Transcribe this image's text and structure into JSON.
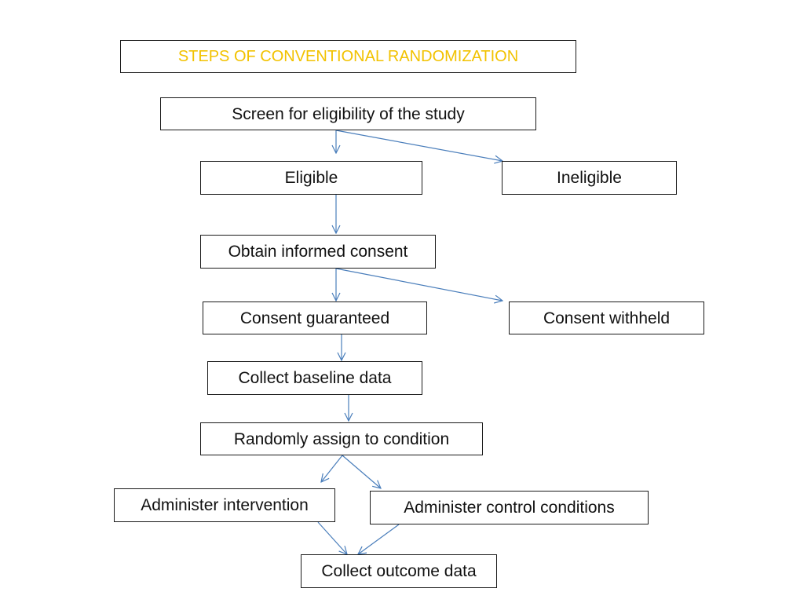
{
  "title": "STEPS OF CONVENTIONAL RANDOMIZATION",
  "colors": {
    "title_text": "#f2c200",
    "arrow": "#4a7ebb",
    "box_border": "#1a1a1a"
  },
  "nodes": {
    "screen": "Screen for eligibility of the study",
    "eligible": "Eligible",
    "ineligible": "Ineligible",
    "consent": "Obtain informed consent",
    "consent_guaranteed": "Consent guaranteed",
    "consent_withheld": "Consent withheld",
    "baseline": "Collect baseline data",
    "randomize": "Randomly assign to condition",
    "intervention": "Administer intervention",
    "control": "Administer control conditions",
    "outcome": "Collect outcome data"
  },
  "edges": [
    {
      "from": "screen",
      "to": "eligible"
    },
    {
      "from": "screen",
      "to": "ineligible"
    },
    {
      "from": "eligible",
      "to": "consent"
    },
    {
      "from": "consent",
      "to": "consent_guaranteed"
    },
    {
      "from": "consent",
      "to": "consent_withheld"
    },
    {
      "from": "consent_guaranteed",
      "to": "baseline"
    },
    {
      "from": "baseline",
      "to": "randomize"
    },
    {
      "from": "randomize",
      "to": "intervention"
    },
    {
      "from": "randomize",
      "to": "control"
    },
    {
      "from": "intervention",
      "to": "outcome"
    },
    {
      "from": "control",
      "to": "outcome"
    }
  ]
}
